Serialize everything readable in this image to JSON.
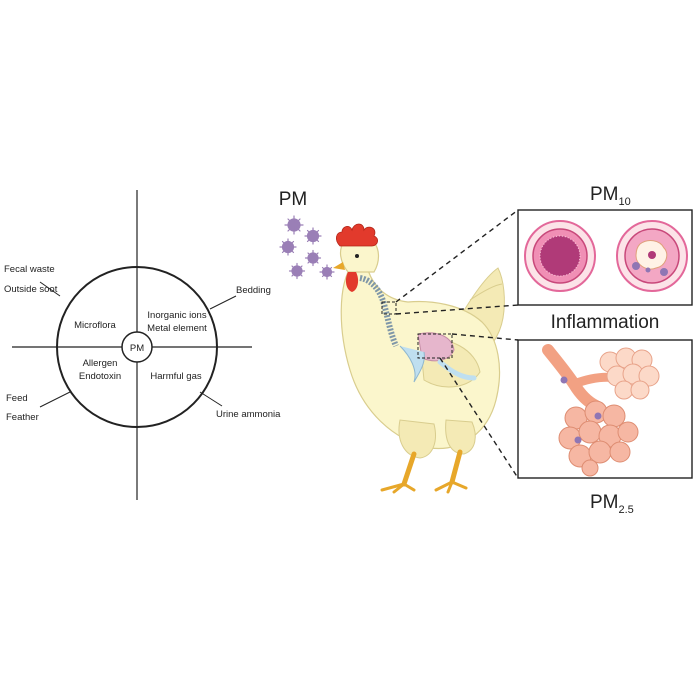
{
  "source_diagram": {
    "center": "PM",
    "quadrants": {
      "top_left": "Microflora",
      "top_right": [
        "Inorganic ions",
        "Metal element"
      ],
      "bottom_left": [
        "Allergen",
        "Endotoxin"
      ],
      "bottom_right": "Harmful gas"
    },
    "outer_labels": {
      "top_left": [
        "Fecal waste",
        "Outside soot"
      ],
      "top_right": "Bedding",
      "bottom_left": [
        "Feed",
        "Feather"
      ],
      "bottom_right": "Urine ammonia"
    }
  },
  "chicken_panel": {
    "pm_label": "PM",
    "pm10_label": {
      "base": "PM",
      "sub": "10"
    },
    "inflammation_label": "Inflammation",
    "pm25_label": {
      "base": "PM",
      "sub": "2.5"
    }
  },
  "colors": {
    "chicken_body": "#fbf6cc",
    "comb": "#e23a2c",
    "legs": "#e7a72a",
    "particles": "#9a7fb6",
    "airway_ring": "#e3689a",
    "alveoli": "#f6b7a3"
  }
}
